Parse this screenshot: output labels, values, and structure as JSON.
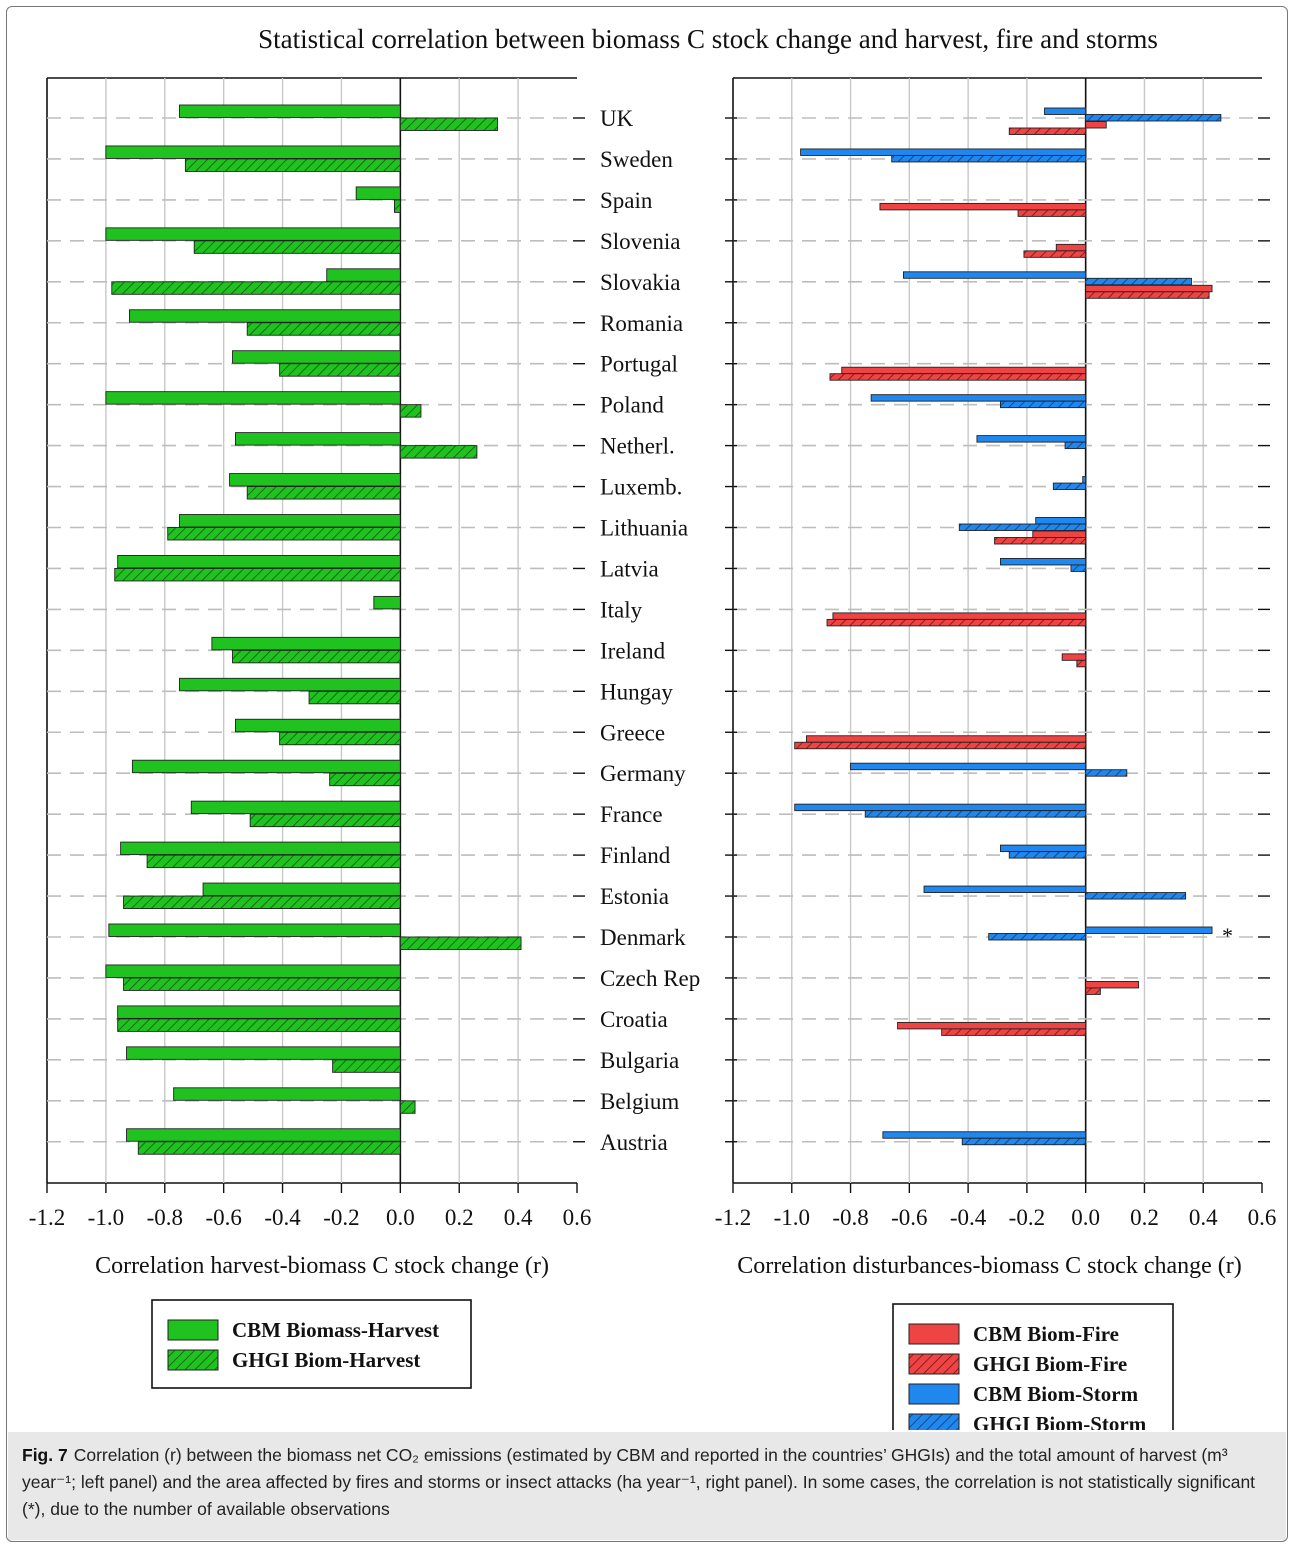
{
  "chart_data": [
    {
      "type": "bar",
      "orientation": "horizontal",
      "title": "Statistical correlation between biomass C stock change and harvest, fire and storms",
      "xlabel": "Correlation harvest-biomass C stock change (r)",
      "xlim": [
        -1.2,
        0.6
      ],
      "xticks": [
        "-1.2",
        "-1.0",
        "-0.8",
        "-0.6",
        "-0.4",
        "-0.2",
        "0.0",
        "0.2",
        "0.4",
        "0.6"
      ],
      "grid": true,
      "legend_position": "bottom",
      "categories": [
        "UK",
        "Sweden",
        "Spain",
        "Slovenia",
        "Slovakia",
        "Romania",
        "Portugal",
        "Poland",
        "Netherl.",
        "Luxemb.",
        "Lithuania",
        "Latvia",
        "Italy",
        "Ireland",
        "Hungay",
        "Greece",
        "Germany",
        "France",
        "Finland",
        "Estonia",
        "Denmark",
        "Czech Rep",
        "Croatia",
        "Bulgaria",
        "Belgium",
        "Austria"
      ],
      "series": [
        {
          "name": "CBM Biomass-Harvest",
          "color": "#1fc21f",
          "hatch": false,
          "values": [
            -0.75,
            -1.0,
            -0.15,
            -1.0,
            -0.25,
            -0.92,
            -0.57,
            -1.0,
            -0.56,
            -0.58,
            -0.75,
            -0.96,
            -0.09,
            -0.64,
            -0.75,
            -0.56,
            -0.91,
            -0.71,
            -0.95,
            -0.67,
            -0.99,
            -1.0,
            -0.96,
            -0.93,
            -0.77,
            -0.93
          ]
        },
        {
          "name": "GHGI Biom-Harvest",
          "color": "#1fc21f",
          "hatch": true,
          "values": [
            0.33,
            -0.73,
            -0.02,
            -0.7,
            -0.98,
            -0.52,
            -0.41,
            0.07,
            0.26,
            -0.52,
            -0.79,
            -0.97,
            null,
            -0.57,
            -0.31,
            -0.41,
            -0.24,
            -0.51,
            -0.86,
            -0.94,
            0.41,
            -0.94,
            -0.96,
            -0.23,
            0.05,
            -0.89
          ]
        }
      ]
    },
    {
      "type": "bar",
      "orientation": "horizontal",
      "xlabel": "Correlation disturbances-biomass C stock change (r)",
      "xlim": [
        -1.2,
        0.6
      ],
      "xticks": [
        "-1.2",
        "-1.0",
        "-0.8",
        "-0.6",
        "-0.4",
        "-0.2",
        "0.0",
        "0.2",
        "0.4",
        "0.6"
      ],
      "grid": true,
      "legend_position": "bottom",
      "categories": [
        "UK",
        "Sweden",
        "Spain",
        "Slovenia",
        "Slovakia",
        "Romania",
        "Portugal",
        "Poland",
        "Netherl.",
        "Luxemb.",
        "Lithuania",
        "Latvia",
        "Italy",
        "Ireland",
        "Hungay",
        "Greece",
        "Germany",
        "France",
        "Finland",
        "Estonia",
        "Denmark",
        "Czech Rep",
        "Croatia",
        "Bulgaria",
        "Belgium",
        "Austria"
      ],
      "annotations": [
        {
          "category": "Denmark",
          "text": "*"
        }
      ],
      "series": [
        {
          "name": "CBM Biom-Storm",
          "color": "#1f87ee",
          "hatch": false,
          "values": [
            -0.14,
            -0.97,
            null,
            null,
            -0.62,
            null,
            null,
            -0.73,
            -0.37,
            -0.01,
            -0.17,
            -0.29,
            null,
            null,
            null,
            null,
            -0.8,
            -0.99,
            -0.29,
            -0.55,
            0.43,
            null,
            null,
            null,
            null,
            -0.69
          ]
        },
        {
          "name": "GHGI Biom-Storm",
          "color": "#1f87ee",
          "hatch": true,
          "values": [
            0.46,
            -0.66,
            null,
            null,
            0.36,
            null,
            null,
            -0.29,
            -0.07,
            -0.11,
            -0.43,
            -0.05,
            null,
            null,
            null,
            null,
            0.14,
            -0.75,
            -0.26,
            0.34,
            -0.33,
            null,
            null,
            null,
            null,
            -0.42
          ]
        },
        {
          "name": "CBM Biom-Fire",
          "color": "#ee4444",
          "hatch": false,
          "values": [
            0.07,
            null,
            -0.7,
            -0.1,
            0.43,
            null,
            -0.83,
            null,
            null,
            null,
            -0.18,
            null,
            -0.86,
            -0.08,
            null,
            -0.95,
            null,
            null,
            null,
            null,
            null,
            0.18,
            -0.64,
            null,
            null,
            null
          ]
        },
        {
          "name": "GHGI Biom-Fire",
          "color": "#ee4444",
          "hatch": true,
          "values": [
            -0.26,
            null,
            -0.23,
            -0.21,
            0.42,
            null,
            -0.87,
            null,
            null,
            null,
            -0.31,
            null,
            -0.88,
            -0.03,
            null,
            -0.99,
            null,
            null,
            null,
            null,
            null,
            0.05,
            -0.49,
            null,
            null,
            null
          ]
        }
      ]
    }
  ],
  "legend_left": [
    {
      "name": "CBM Biomass-Harvest",
      "color": "#1fc21f",
      "hatch": false
    },
    {
      "name": "GHGI Biom-Harvest",
      "color": "#1fc21f",
      "hatch": true
    }
  ],
  "legend_right": [
    {
      "name": "CBM Biom-Fire",
      "color": "#ee4444",
      "hatch": false
    },
    {
      "name": "GHGI Biom-Fire",
      "color": "#ee4444",
      "hatch": true
    },
    {
      "name": "CBM Biom-Storm",
      "color": "#1f87ee",
      "hatch": false
    },
    {
      "name": "GHGI Biom-Storm",
      "color": "#1f87ee",
      "hatch": true
    }
  ],
  "caption": {
    "label": "Fig. 7",
    "text": "Correlation (r) between the biomass net CO₂ emissions (estimated by CBM and reported in the countries’ GHGIs) and the total amount of harvest (m³ year⁻¹; left panel) and the area affected by fires and storms or insect attacks (ha year⁻¹, right panel). In some cases, the correlation is not statistically significant (*), due to the number of available observations"
  }
}
